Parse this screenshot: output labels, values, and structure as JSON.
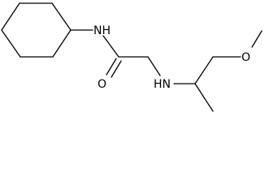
{
  "molecule": {
    "labels": {
      "amide_nh": "NH",
      "carbonyl_o": "O",
      "amine_nh": "HN",
      "ether_o": "O"
    }
  }
}
